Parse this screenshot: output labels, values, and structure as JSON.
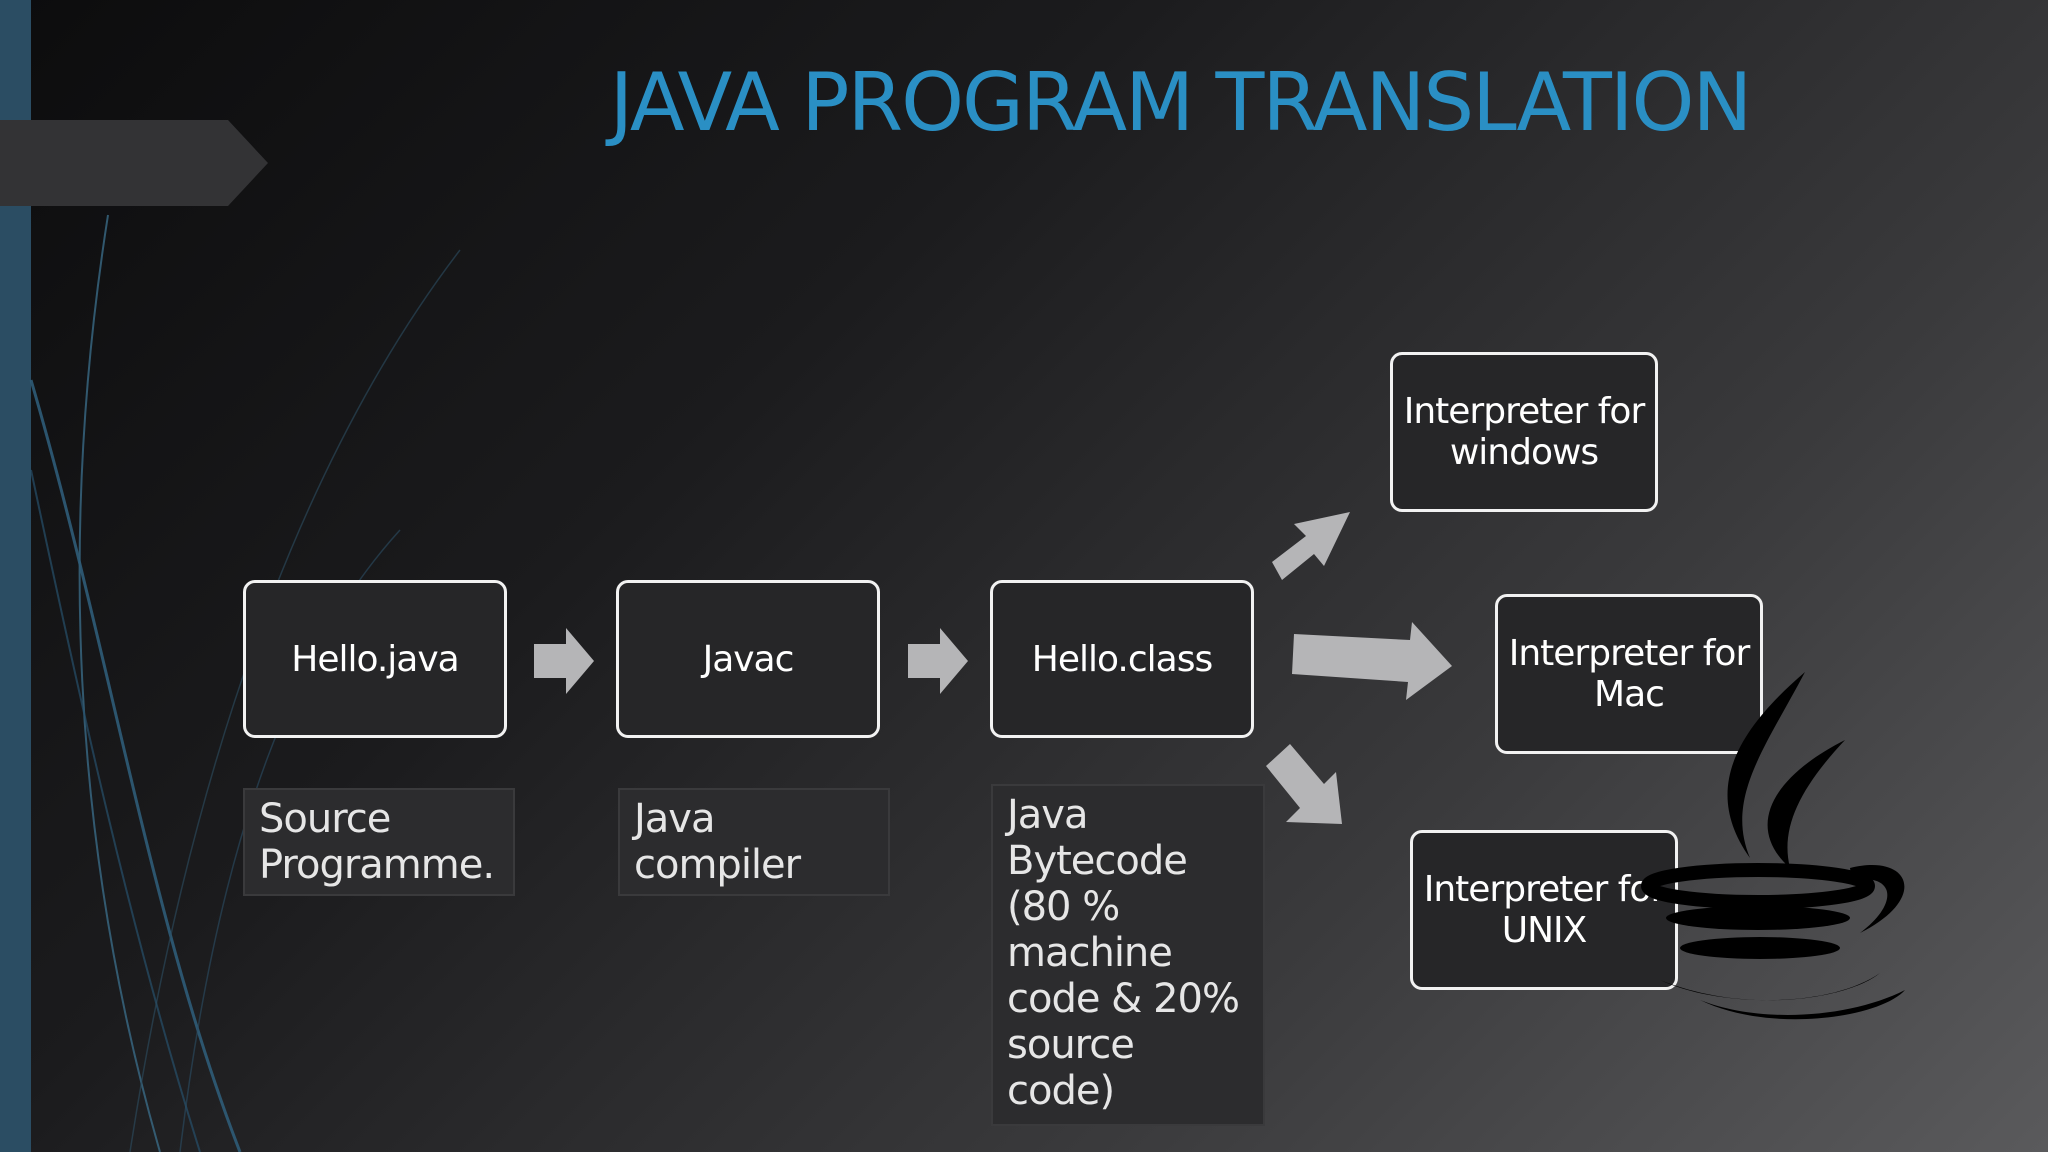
{
  "slide": {
    "title": "JAVA PROGRAM TRANSLATION"
  },
  "pipeline": {
    "nodes": [
      {
        "label": "Hello.java"
      },
      {
        "label": "Javac"
      },
      {
        "label": "Hello.class"
      }
    ],
    "captions": [
      {
        "text": "Source\nProgramme."
      },
      {
        "text": "Java compiler"
      },
      {
        "text": "Java\nBytecode\n(80 %\nmachine\ncode & 20%\nsource code)"
      }
    ]
  },
  "interpreters": [
    {
      "label": "Interpreter for windows"
    },
    {
      "label": "Interpreter for Mac"
    },
    {
      "label": "Interpreter for UNIX"
    }
  ],
  "logo": {
    "icon": "java-coffee-cup-icon"
  },
  "colors": {
    "title": "#2a8fc4",
    "accent_bar": "#2b4d63",
    "arrow": "#b5b5b7",
    "node_border": "#f2f2f2"
  }
}
